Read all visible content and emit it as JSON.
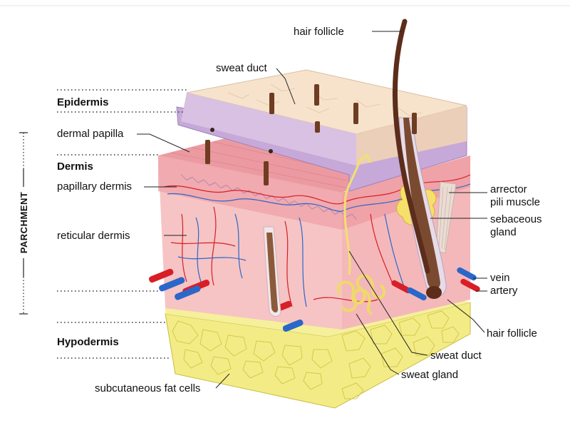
{
  "layers": {
    "epidermis": "Epidermis",
    "dermis": "Dermis",
    "hypodermis": "Hypodermis"
  },
  "side_label": "PARCHMENT",
  "labels": {
    "hair_follicle_top": "hair follicle",
    "sweat_duct_top": "sweat duct",
    "dermal_papilla": "dermal papilla",
    "papillary_dermis": "papillary dermis",
    "reticular_dermis": "reticular dermis",
    "subcutaneous_fat_cells": "subcutaneous fat cells",
    "arrector_line1": "arrector",
    "arrector_line2": "pili muscle",
    "sebaceous_line1": "sebaceous",
    "sebaceous_line2": "gland",
    "vein": "vein",
    "artery": "artery",
    "hair_follicle_bottom": "hair follicle",
    "sweat_duct_bottom": "sweat duct",
    "sweat_gland": "sweat gland"
  },
  "colors": {
    "epidermis_top": "#f7e3cc",
    "stratum_basale": "#c6a9d8",
    "dermis": "#f6c8c8",
    "papillary": "#f2a8ad",
    "fat": "#f3ec86",
    "artery": "#d81e26",
    "vein": "#2b67c9",
    "hair": "#5b2d1a",
    "gland": "#f2e070"
  }
}
